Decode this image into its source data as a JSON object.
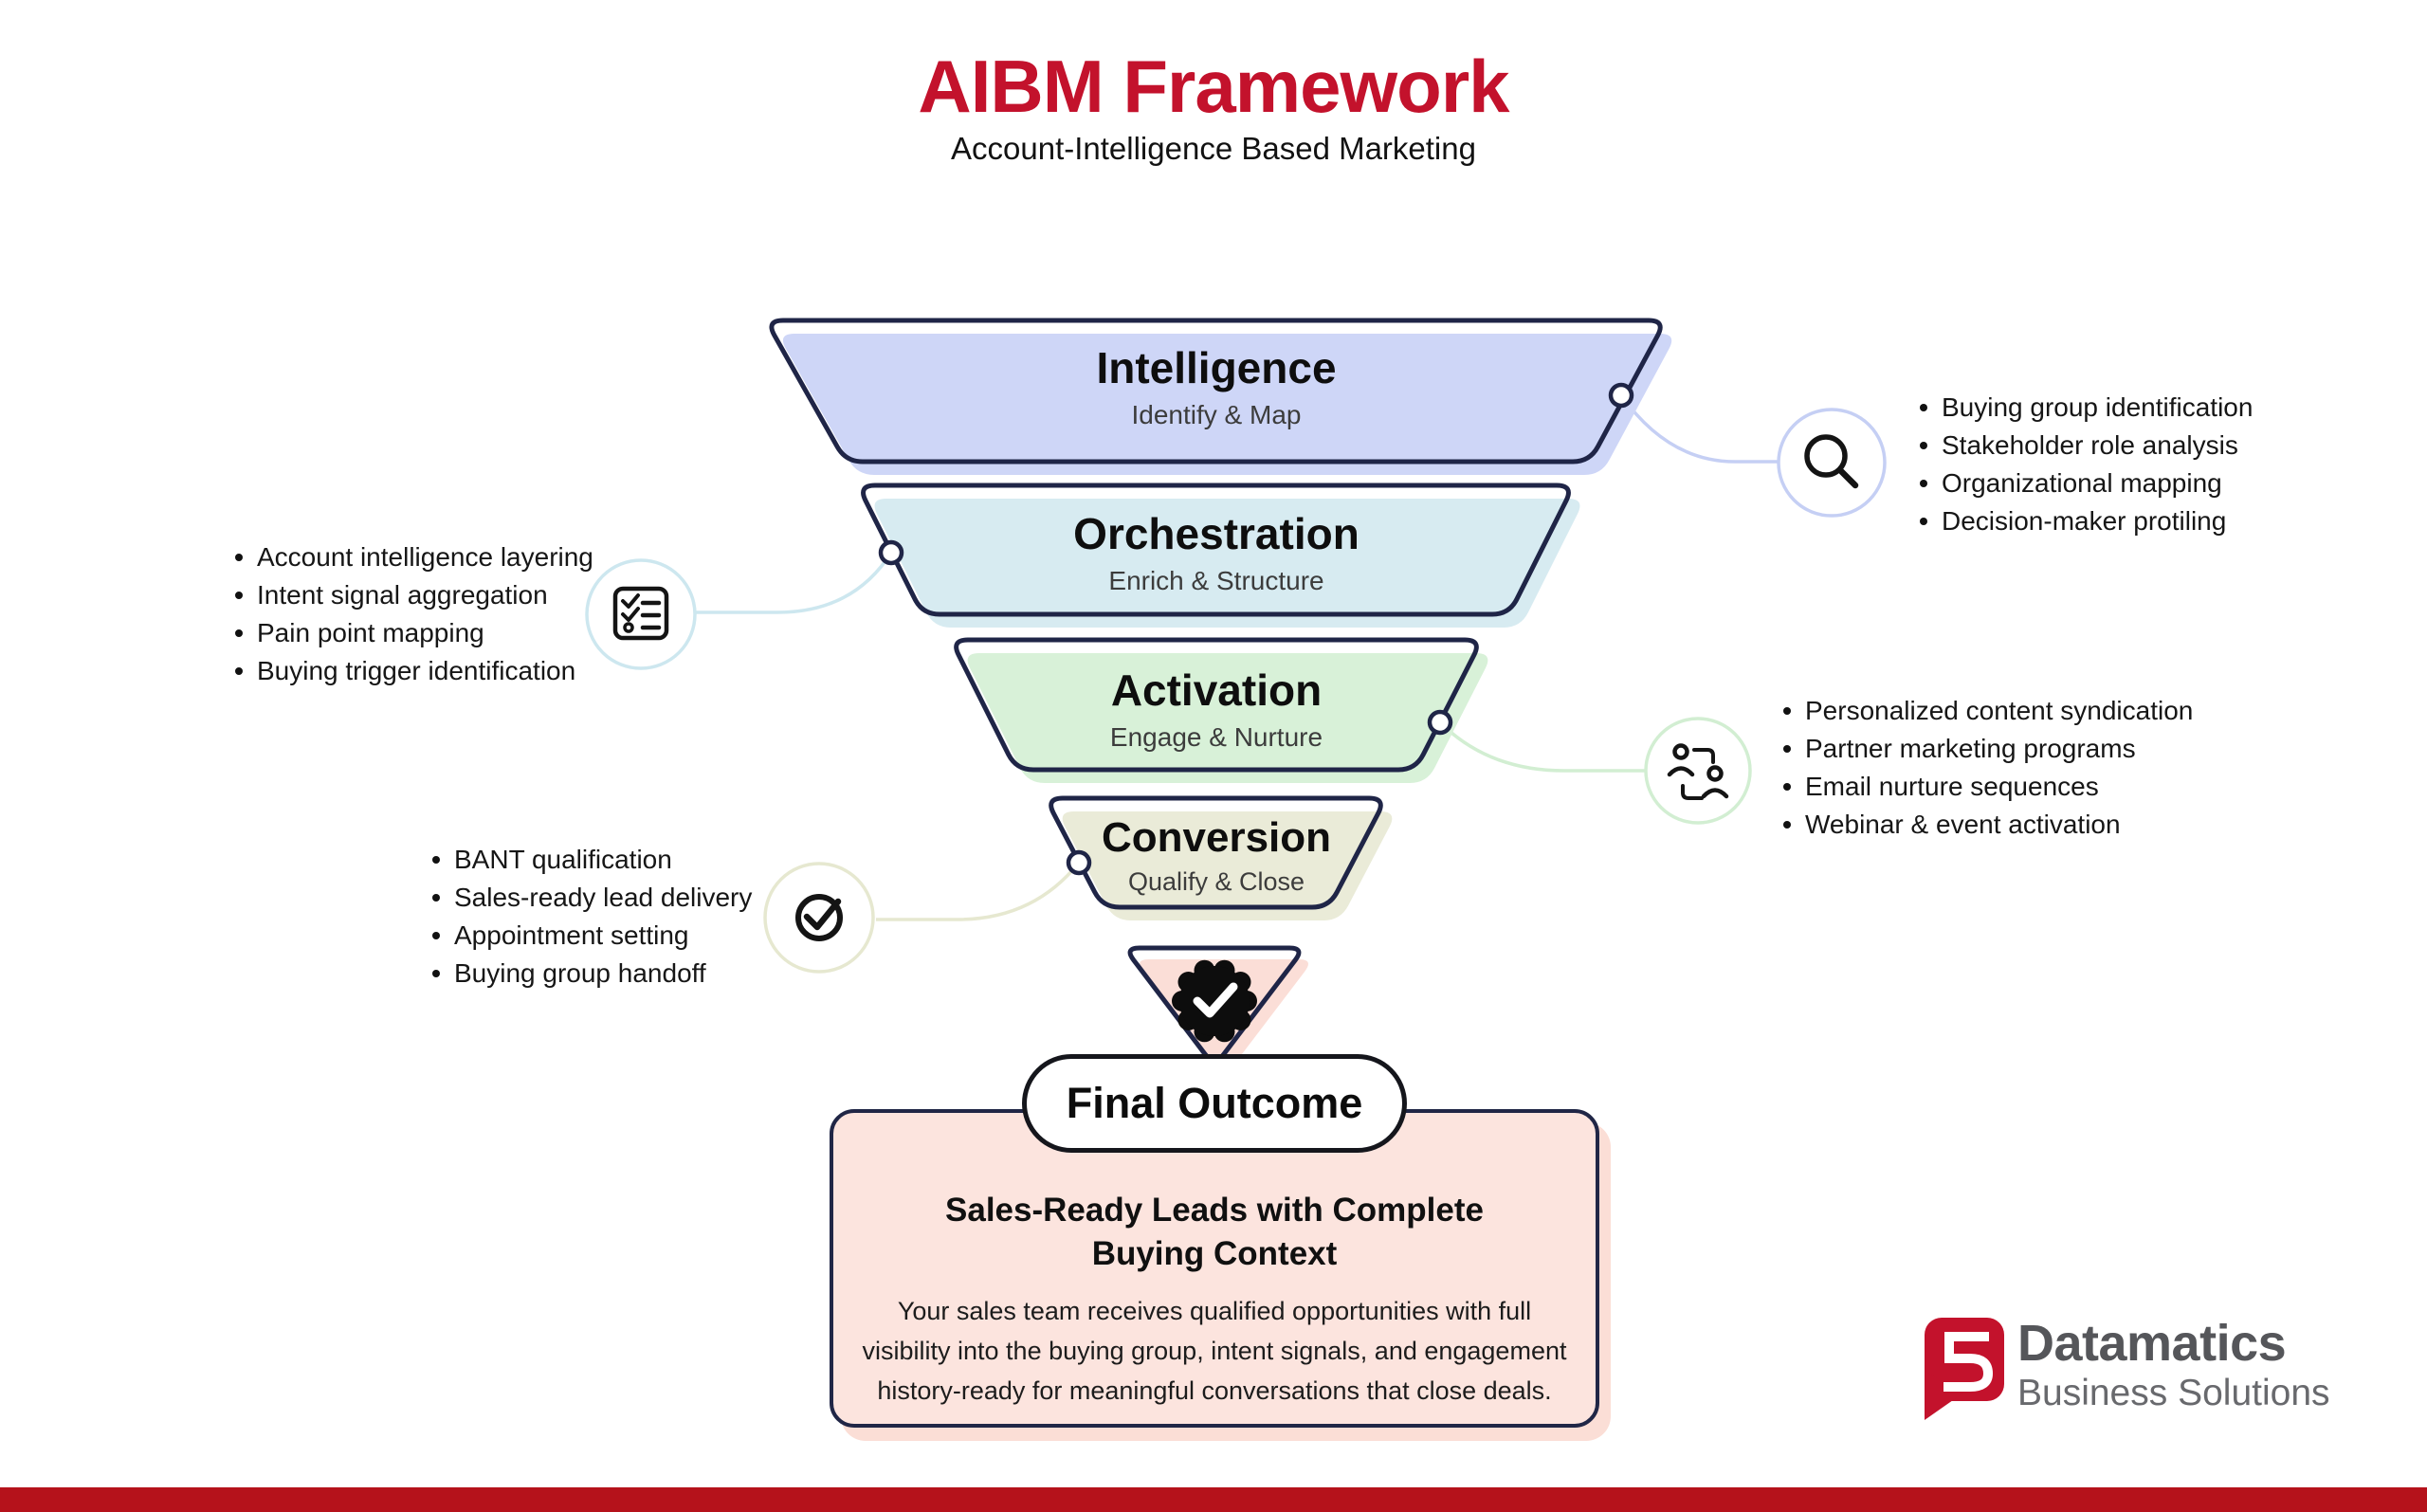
{
  "header": {
    "title": "AIBM Framework",
    "subtitle": "Account-Intelligence Based Marketing"
  },
  "funnel": {
    "levels": [
      {
        "title": "Intelligence",
        "subtitle": "Identify & Map",
        "fill": "#ced6f7"
      },
      {
        "title": "Orchestration",
        "subtitle": "Enrich & Structure",
        "fill": "#d7ebf1"
      },
      {
        "title": "Activation",
        "subtitle": "Engage & Nurture",
        "fill": "#d8f1d8"
      },
      {
        "title": "Conversion",
        "subtitle": "Qualify & Close",
        "fill": "#eaebd8"
      }
    ],
    "tip_icon": "badge-check-icon",
    "tip_fill": "#fbded7"
  },
  "annotations": {
    "intelligence": {
      "icon": "magnifier-icon",
      "items": [
        "Buying group identification",
        "Stakeholder role analysis",
        "Organizational mapping",
        "Decision-maker protiling"
      ]
    },
    "orchestration": {
      "icon": "checklist-icon",
      "items": [
        "Account intelligence layering",
        "Intent signal aggregation",
        "Pain point mapping",
        "Buying trigger identification"
      ]
    },
    "activation": {
      "icon": "people-handoff-icon",
      "items": [
        "Personalized content syndication",
        "Partner marketing programs",
        "Email nurture sequences",
        "Webinar & event activation"
      ]
    },
    "conversion": {
      "icon": "check-circle-icon",
      "items": [
        "BANT qualification",
        "Sales-ready lead delivery",
        "Appointment setting",
        "Buying group handoff"
      ]
    }
  },
  "final_outcome": {
    "label": "Final Outcome",
    "heading_lines": [
      "Sales-Ready Leads with Complete",
      "Buying Context"
    ],
    "body_lines": [
      "Your sales team receives qualified opportunities with full",
      "visibility into the buying group, intent signals, and engagement",
      "history-ready for meaningful conversations that close deals."
    ]
  },
  "footer": {
    "brand_name": "Datamatics",
    "brand_tagline": "Business Solutions"
  },
  "colors": {
    "title_red": "#c3122c",
    "outline_navy": "#1f2547",
    "footer_bar_red": "#b5121b",
    "outcome_pink": "#fce4de",
    "logo_red": "#c3122c",
    "logo_gray": "#55565a"
  }
}
